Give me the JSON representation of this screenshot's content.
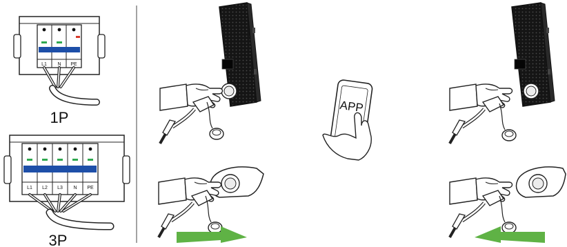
{
  "breaker_1p": {
    "terminals": [
      "L1",
      "N",
      "PE"
    ],
    "caption": "1P"
  },
  "breaker_3p": {
    "terminals": [
      "L1",
      "L2",
      "L3",
      "N",
      "PE"
    ],
    "caption": "3P"
  },
  "phone": {
    "app_label": "APP"
  },
  "colors": {
    "breaker_blue": "#1d4fa8",
    "indicator_green": "#2fa84f",
    "indicator_red": "#d83a2a",
    "arrow_green": "#5fb245",
    "line": "#222222",
    "charger_body": "#1a1a1a"
  },
  "arrows": {
    "left_arrow_direction": "right",
    "right_arrow_direction": "left"
  }
}
